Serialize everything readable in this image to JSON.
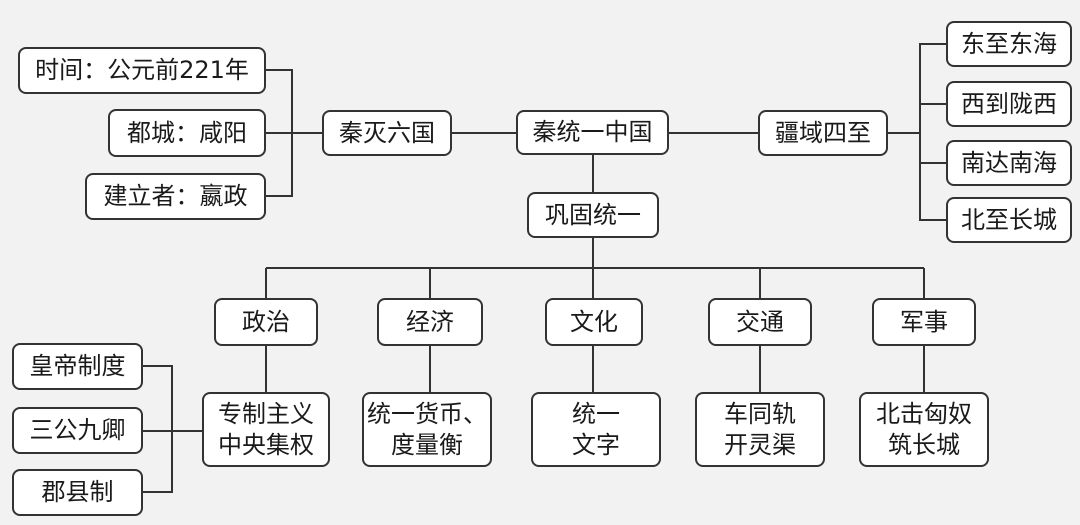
{
  "nodes": {
    "center": "秦统一中国",
    "conquer": "秦灭六国",
    "time": "时间：公元前221年",
    "capital": "都城：咸阳",
    "founder": "建立者：嬴政",
    "territory": "疆域四至",
    "east": "东至东海",
    "west": "西到陇西",
    "south": "南达南海",
    "north": "北至长城",
    "consolidate": "巩固统一",
    "politics": "政治",
    "economy": "经济",
    "culture": "文化",
    "transport": "交通",
    "military": "军事",
    "politics_detail": "专制主义\n中央集权",
    "economy_detail": "统一货币、\n度量衡",
    "culture_detail": "统一\n文字",
    "transport_detail": "车同轨\n开灵渠",
    "military_detail": "北击匈奴\n筑长城",
    "emperor": "皇帝制度",
    "officials": "三公九卿",
    "counties": "郡县制"
  }
}
